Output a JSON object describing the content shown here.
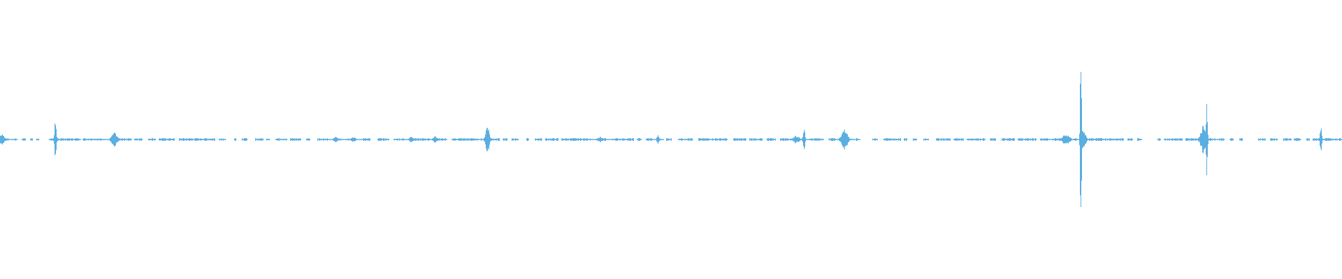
{
  "waveform": {
    "color": "#5aaee0",
    "peak_scale": 0.5,
    "duration_fraction_segments": [
      [
        0.0,
        0.006
      ],
      [
        0.01,
        0.012
      ],
      [
        0.016,
        0.019
      ],
      [
        0.022,
        0.024
      ],
      [
        0.027,
        0.029
      ],
      [
        0.036,
        0.06
      ],
      [
        0.061,
        0.078
      ],
      [
        0.082,
        0.098
      ],
      [
        0.1,
        0.106
      ],
      [
        0.11,
        0.116
      ],
      [
        0.118,
        0.13
      ],
      [
        0.133,
        0.16
      ],
      [
        0.163,
        0.168
      ],
      [
        0.174,
        0.176
      ],
      [
        0.18,
        0.184
      ],
      [
        0.19,
        0.196
      ],
      [
        0.198,
        0.201
      ],
      [
        0.205,
        0.214
      ],
      [
        0.216,
        0.224
      ],
      [
        0.228,
        0.231
      ],
      [
        0.236,
        0.244
      ],
      [
        0.249,
        0.254
      ],
      [
        0.258,
        0.265
      ],
      [
        0.27,
        0.276
      ],
      [
        0.281,
        0.29
      ],
      [
        0.293,
        0.301
      ],
      [
        0.305,
        0.32
      ],
      [
        0.323,
        0.332
      ],
      [
        0.336,
        0.356
      ],
      [
        0.358,
        0.362
      ],
      [
        0.366,
        0.372
      ],
      [
        0.374,
        0.378
      ],
      [
        0.381,
        0.386
      ],
      [
        0.392,
        0.394
      ],
      [
        0.398,
        0.404
      ],
      [
        0.406,
        0.416
      ],
      [
        0.418,
        0.44
      ],
      [
        0.444,
        0.452
      ],
      [
        0.456,
        0.472
      ],
      [
        0.474,
        0.478
      ],
      [
        0.481,
        0.486
      ],
      [
        0.49,
        0.492
      ],
      [
        0.496,
        0.5
      ],
      [
        0.505,
        0.516
      ],
      [
        0.52,
        0.542
      ],
      [
        0.546,
        0.556
      ],
      [
        0.558,
        0.568
      ],
      [
        0.571,
        0.578
      ],
      [
        0.581,
        0.598
      ],
      [
        0.603,
        0.614
      ],
      [
        0.618,
        0.622
      ],
      [
        0.624,
        0.628
      ],
      [
        0.63,
        0.635
      ],
      [
        0.637,
        0.639
      ],
      [
        0.65,
        0.654
      ],
      [
        0.658,
        0.671
      ],
      [
        0.673,
        0.676
      ],
      [
        0.68,
        0.683
      ],
      [
        0.688,
        0.692
      ],
      [
        0.697,
        0.708
      ],
      [
        0.71,
        0.718
      ],
      [
        0.72,
        0.734
      ],
      [
        0.737,
        0.742
      ],
      [
        0.746,
        0.756
      ],
      [
        0.758,
        0.772
      ],
      [
        0.775,
        0.781
      ],
      [
        0.784,
        0.796
      ],
      [
        0.799,
        0.803
      ],
      [
        0.805,
        0.837
      ],
      [
        0.84,
        0.844
      ],
      [
        0.847,
        0.851
      ],
      [
        0.862,
        0.865
      ],
      [
        0.867,
        0.881
      ],
      [
        0.883,
        0.897
      ],
      [
        0.901,
        0.906
      ],
      [
        0.908,
        0.912
      ],
      [
        0.916,
        0.919
      ],
      [
        0.923,
        0.926
      ],
      [
        0.937,
        0.943
      ],
      [
        0.946,
        0.952
      ],
      [
        0.956,
        0.962
      ],
      [
        0.964,
        0.969
      ],
      [
        0.973,
        0.976
      ],
      [
        0.978,
        0.983
      ],
      [
        0.985,
        1.0
      ]
    ],
    "quiet_level": 0.008,
    "bursts": [
      {
        "t": 0.001,
        "w": 0.004,
        "a": 0.04
      },
      {
        "t": 0.041,
        "w": 0.0012,
        "a": 0.16
      },
      {
        "t": 0.085,
        "w": 0.004,
        "a": 0.05
      },
      {
        "t": 0.25,
        "w": 0.003,
        "a": 0.02
      },
      {
        "t": 0.263,
        "w": 0.003,
        "a": 0.02
      },
      {
        "t": 0.306,
        "w": 0.003,
        "a": 0.02
      },
      {
        "t": 0.324,
        "w": 0.003,
        "a": 0.025
      },
      {
        "t": 0.363,
        "w": 0.0025,
        "a": 0.12
      },
      {
        "t": 0.447,
        "w": 0.003,
        "a": 0.02
      },
      {
        "t": 0.49,
        "w": 0.0015,
        "a": 0.035
      },
      {
        "t": 0.593,
        "w": 0.004,
        "a": 0.03
      },
      {
        "t": 0.599,
        "w": 0.0012,
        "a": 0.12
      },
      {
        "t": 0.629,
        "w": 0.004,
        "a": 0.08
      },
      {
        "t": 0.794,
        "w": 0.005,
        "a": 0.04
      },
      {
        "t": 0.8052,
        "w": 0.001,
        "a": 0.8
      },
      {
        "t": 0.807,
        "w": 0.003,
        "a": 0.08
      },
      {
        "t": 0.8965,
        "w": 0.004,
        "a": 0.1
      },
      {
        "t": 0.899,
        "w": 0.001,
        "a": 0.36
      },
      {
        "t": 0.984,
        "w": 0.0012,
        "a": 0.11
      }
    ]
  }
}
